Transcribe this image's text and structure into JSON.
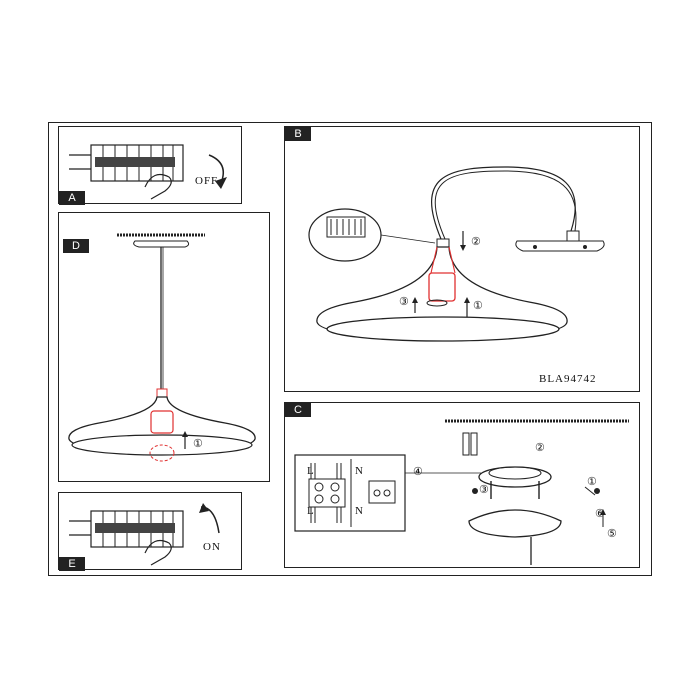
{
  "panels": {
    "a": {
      "letter": "A",
      "caption": "OFF"
    },
    "b": {
      "letter": "B",
      "code": "BLA94742",
      "steps": [
        "②",
        "③",
        "①"
      ]
    },
    "c": {
      "letter": "C",
      "steps": [
        "④",
        "②",
        "③",
        "①",
        "⑥",
        "⑤"
      ],
      "terminal_left": [
        "L",
        "N"
      ],
      "terminal_right": [
        "L",
        "N"
      ]
    },
    "d": {
      "letter": "D",
      "steps": [
        "①"
      ]
    },
    "e": {
      "letter": "E",
      "caption": "ON"
    }
  },
  "colors": {
    "line": "#222222",
    "highlight": "#e03030"
  }
}
